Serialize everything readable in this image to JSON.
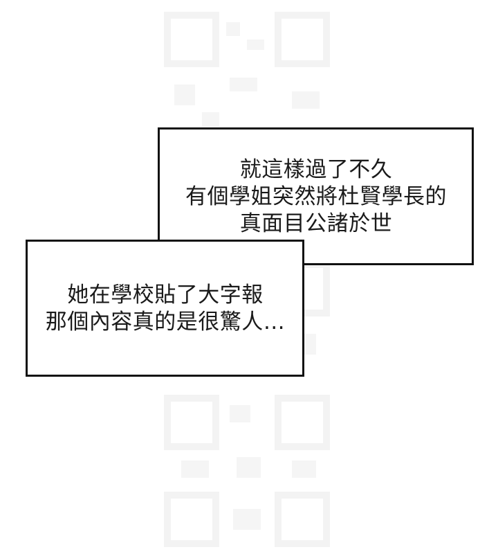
{
  "caption_top": {
    "lines": [
      "就這樣過了不久",
      "有個學姐突然將杜賢學長的",
      "真面目公諸於世"
    ]
  },
  "caption_bottom": {
    "lines": [
      "她在學校貼了大字報",
      "那個內容真的是很驚人…"
    ]
  },
  "colors": {
    "background": "#ffffff",
    "border": "#111111",
    "text": "#1a1a1a",
    "watermark": "#f4f4f4"
  }
}
